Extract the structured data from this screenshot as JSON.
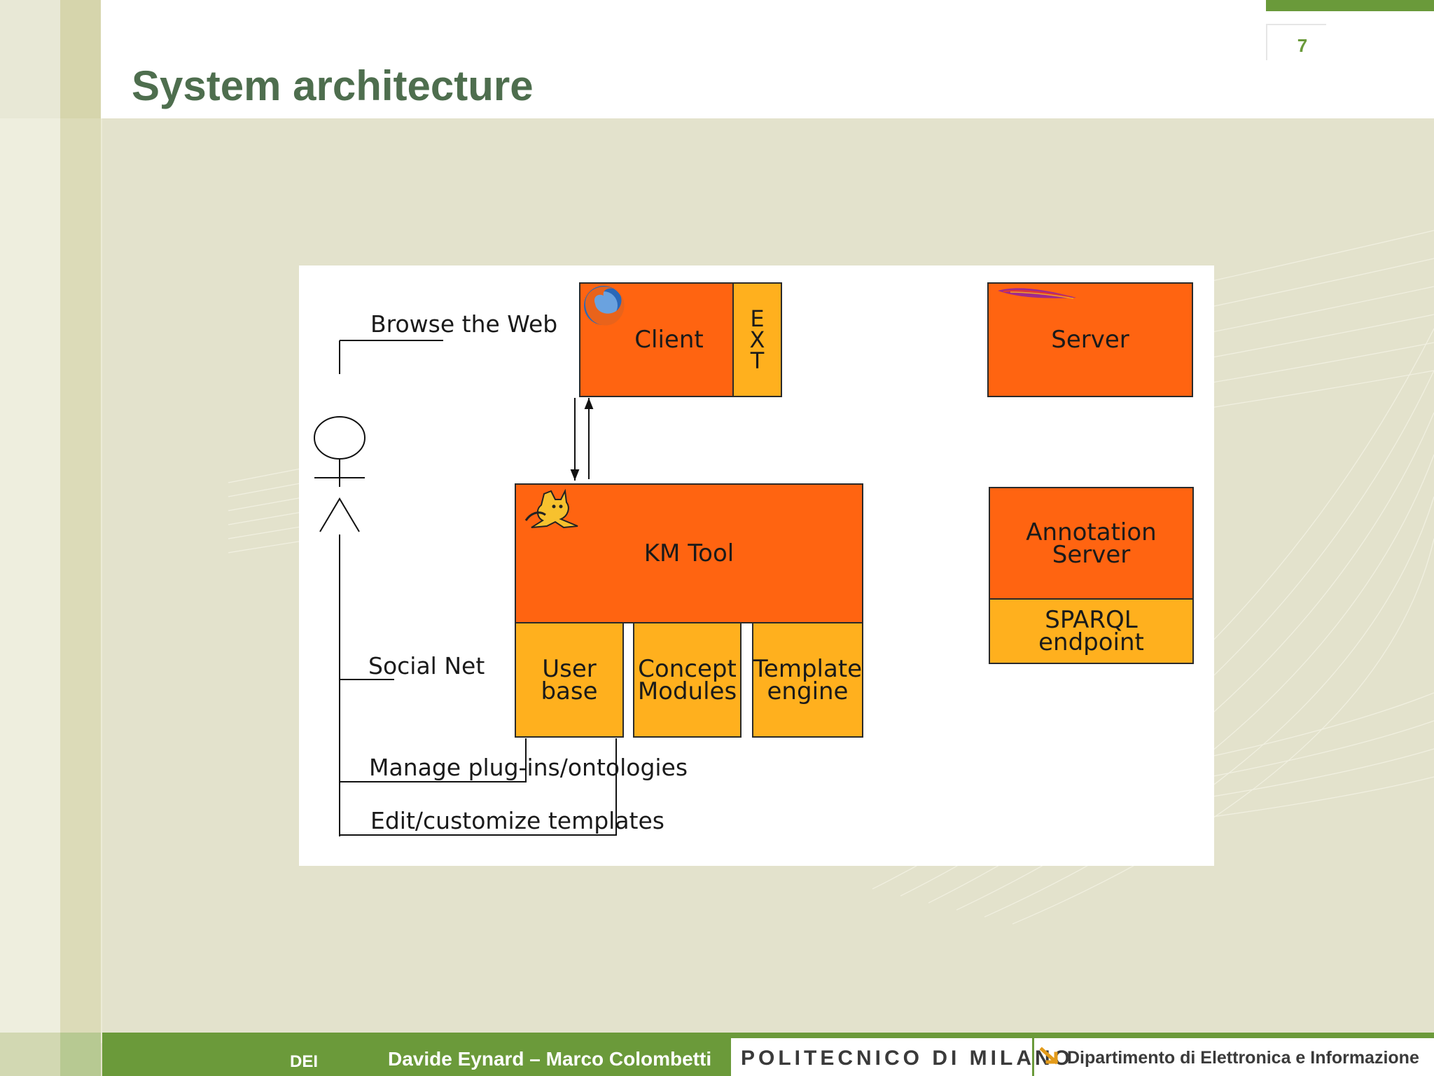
{
  "slide": {
    "page_number": "7",
    "title": "System architecture"
  },
  "diagram": {
    "nodes": {
      "client": "Client",
      "ext": [
        "E",
        "X",
        "T"
      ],
      "server": "Server",
      "km_tool": "KM Tool",
      "user_base": "User\nbase",
      "concept_modules": "Concept\nModules",
      "template_engine": "Template\nengine",
      "annotation_server": "Annotation\nServer",
      "sparql_endpoint": "SPARQL\nendpoint"
    },
    "edge_labels": {
      "browse": "Browse the Web",
      "social": "Social Net",
      "manage": "Manage plug-ins/ontologies",
      "edit": "Edit/customize templates"
    },
    "icons": [
      "firefox-logo",
      "apache-feather-logo",
      "tomcat-logo",
      "actor-figure"
    ]
  },
  "footer": {
    "dept_short": "DEI",
    "authors": "Davide Eynard – Marco Colombetti",
    "university": "POLITECNICO DI MILANO",
    "department": "Dipartimento di Elettronica e Informazione"
  },
  "colors": {
    "accent_green": "#6b9a3a",
    "title_green": "#4e6e4e",
    "box_orange": "#ff6411",
    "box_yellow": "#ffb01e",
    "background": "#e3e2cc"
  }
}
